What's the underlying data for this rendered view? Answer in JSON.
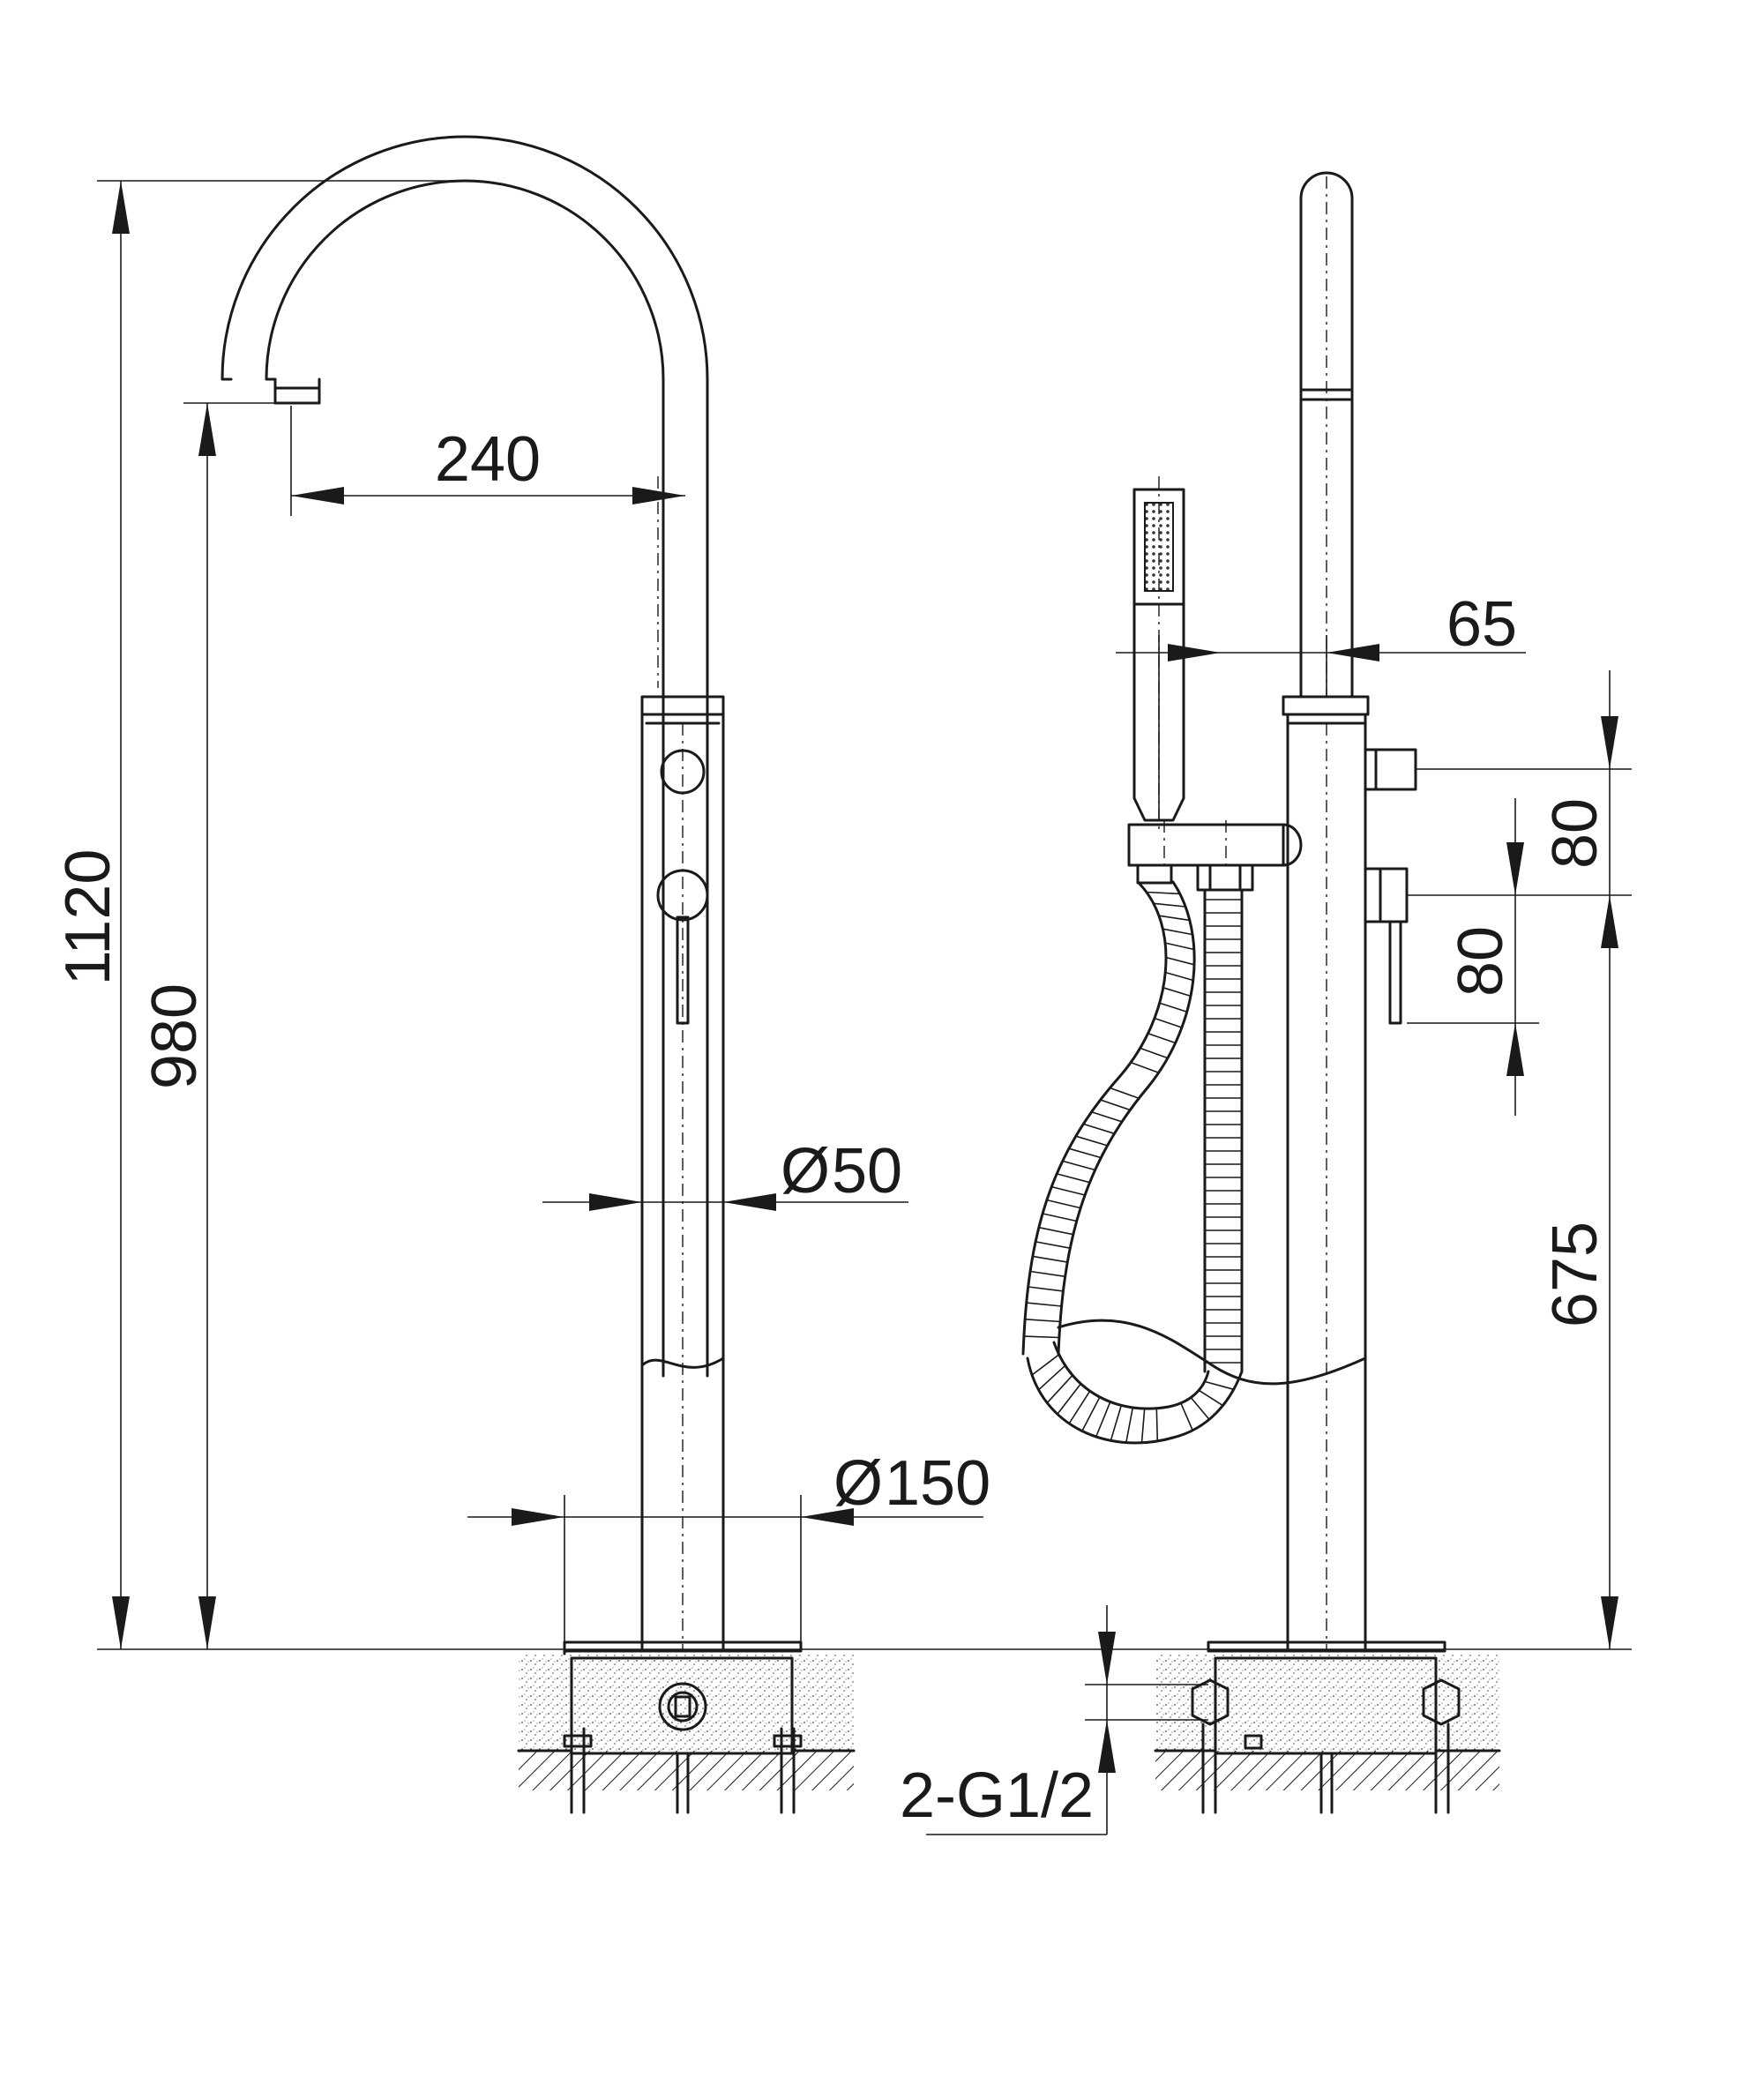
{
  "dimensions": {
    "total_height": "1120",
    "spout_height": "980",
    "spout_reach": "240",
    "body_diameter": "50",
    "base_diameter": "150",
    "shower_offset": "65",
    "valve_spacing_upper": "80",
    "valve_spacing_lower": "80",
    "valve_height": "675",
    "connection": "2-G1/2"
  },
  "symbols": {
    "diameter": "Ø"
  }
}
